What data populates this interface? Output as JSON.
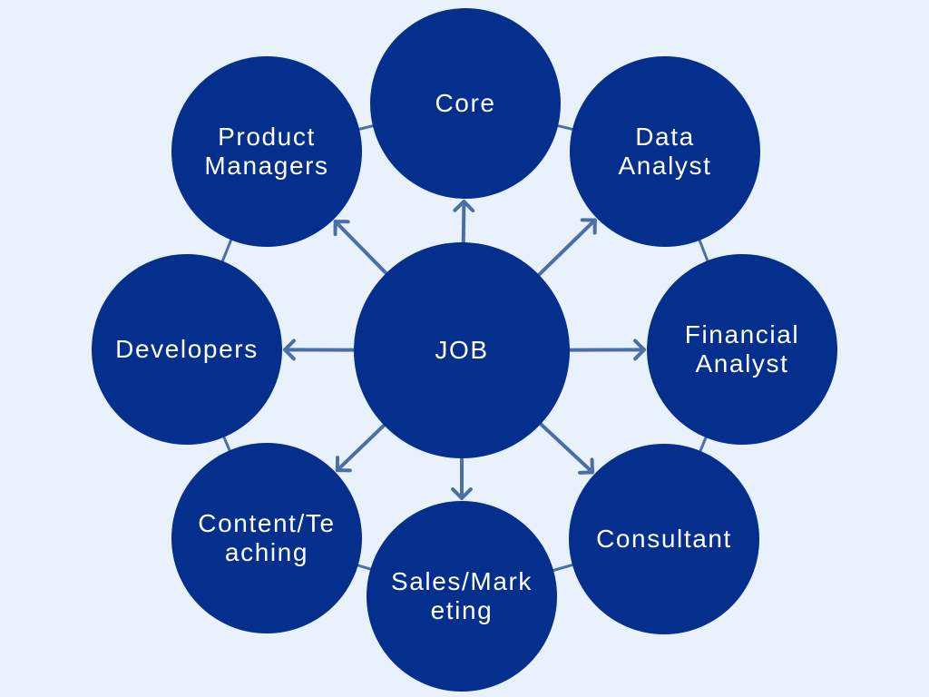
{
  "diagram": {
    "colors": {
      "background": "#e8f1fc",
      "node_fill": "#042f8c",
      "connector": "#4a6fa5",
      "text": "#ffffff"
    },
    "center": {
      "label": "JOB"
    },
    "nodes": [
      {
        "id": "core",
        "label": "Core"
      },
      {
        "id": "data",
        "label": "Data\nAnalyst"
      },
      {
        "id": "fin",
        "label": "Financial\nAnalyst"
      },
      {
        "id": "cons",
        "label": "Consultant"
      },
      {
        "id": "sales",
        "label": "Sales/Mark\neting"
      },
      {
        "id": "content",
        "label": "Content/Te\naching"
      },
      {
        "id": "dev",
        "label": "Developers"
      },
      {
        "id": "pm",
        "label": "Product\nManagers"
      }
    ]
  }
}
